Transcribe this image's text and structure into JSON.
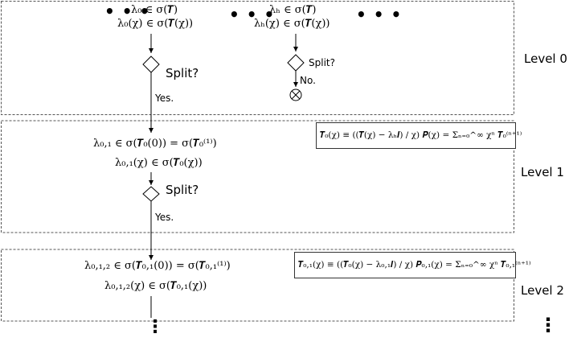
{
  "levels": {
    "level0": "Level 0",
    "level1": "Level 1",
    "level2": "Level 2"
  },
  "level0": {
    "left_dots": "• • •",
    "mid_dots": "• • •",
    "right_dots": "• • •",
    "left_eq1": "λ₀ ∈ σ(𝑻)",
    "left_eq2": "λ₀(χ) ∈ σ(𝑻(χ))",
    "mid_eq1": "λₕ ∈ σ(𝑻)",
    "mid_eq2": "λₕ(χ) ∈ σ(𝑻(χ))",
    "split_left": "Split?",
    "split_right": "Split?",
    "yes": "Yes.",
    "no": "No."
  },
  "level1": {
    "eq1": "λ₀,₁ ∈ σ(𝑻̃₀(0)) = σ(𝑻̃₀⁽¹⁾)",
    "eq2": "λ₀,₁(χ) ∈ σ(𝑻̃₀(χ))",
    "split": "Split?",
    "yes": "Yes.",
    "formula": "𝑻̃₀(χ) ≡ ((𝑻(χ) − λₕ𝑰) / χ) 𝑷(χ) = Σₙ₌₀^∞ χⁿ 𝑻̃₀⁽ⁿ⁺¹⁾"
  },
  "level2": {
    "eq1": "λ₀,₁,₂ ∈ σ(𝑻̃₀,₁(0)) = σ(𝑻̃₀,₁⁽¹⁾)",
    "eq2": "λ₀,₁,₂(χ) ∈ σ(𝑻̃₀,₁(χ))",
    "formula": "𝑻̃₀,₁(χ) ≡ ((𝑻̃₀(χ) − λ₀,₁𝑰) / χ) 𝑷₀,₁(χ) = Σₙ₌₀^∞ χⁿ 𝑻̃₀,₁⁽ⁿ⁺¹⁾",
    "vdots_center": "⋮",
    "vdots_right": "⋮"
  }
}
